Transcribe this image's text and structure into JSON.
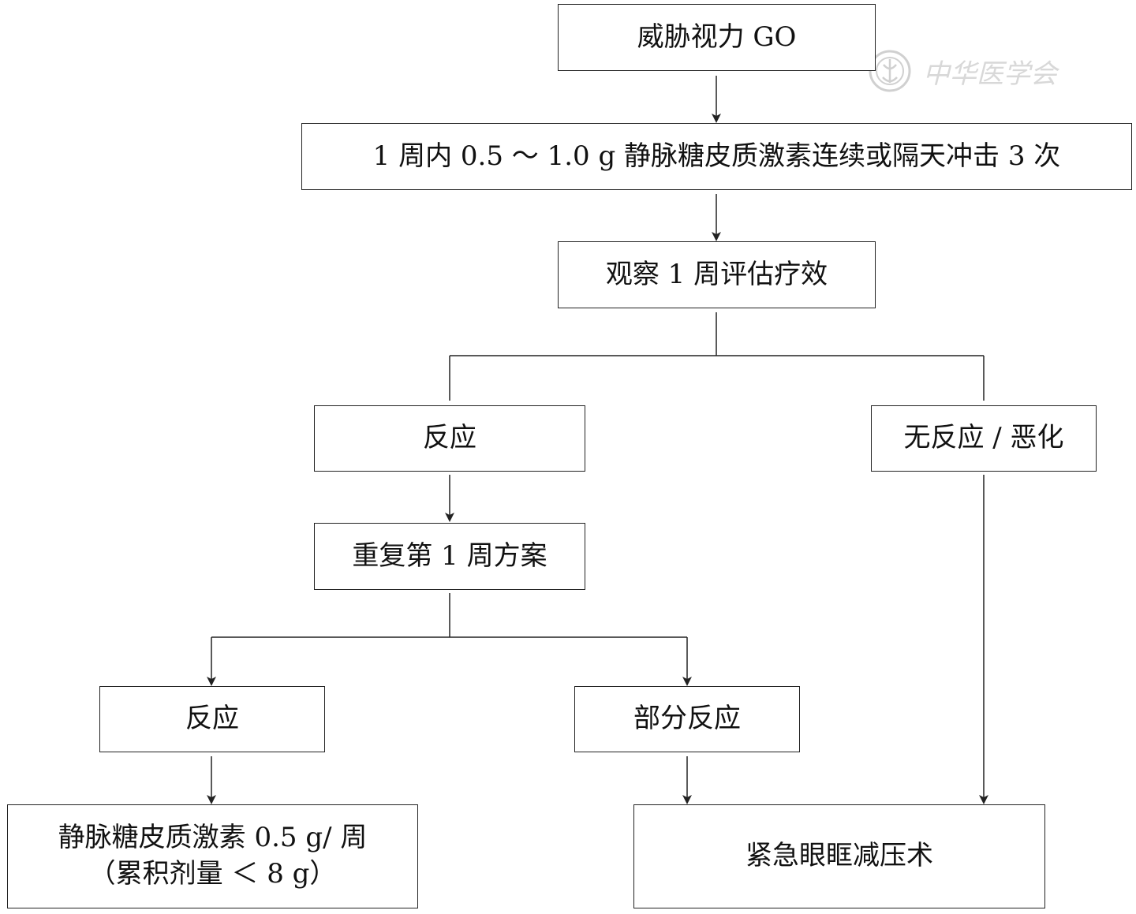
{
  "nodes": {
    "start": "威胁视力 GO",
    "pulse": "1 周内 0.5 ～ 1.0 g 静脉糖皮质激素连续或隔天冲击 3 次",
    "observe": "观察 1 周评估疗效",
    "response1": "反应",
    "no_response": "无反应 / 恶化",
    "repeat": "重复第 1 周方案",
    "response2": "反应",
    "partial": "部分反应",
    "maintain_line1": "静脉糖皮质激素 0.5 g/ 周",
    "maintain_line2": "（累积剂量 ＜ 8 g）",
    "surgery": "紧急眼眶减压术"
  },
  "watermark": {
    "text": "中华医学会",
    "icon": "seal-icon"
  },
  "colors": {
    "stroke": "#222222",
    "watermark": "#d8d8d8"
  }
}
